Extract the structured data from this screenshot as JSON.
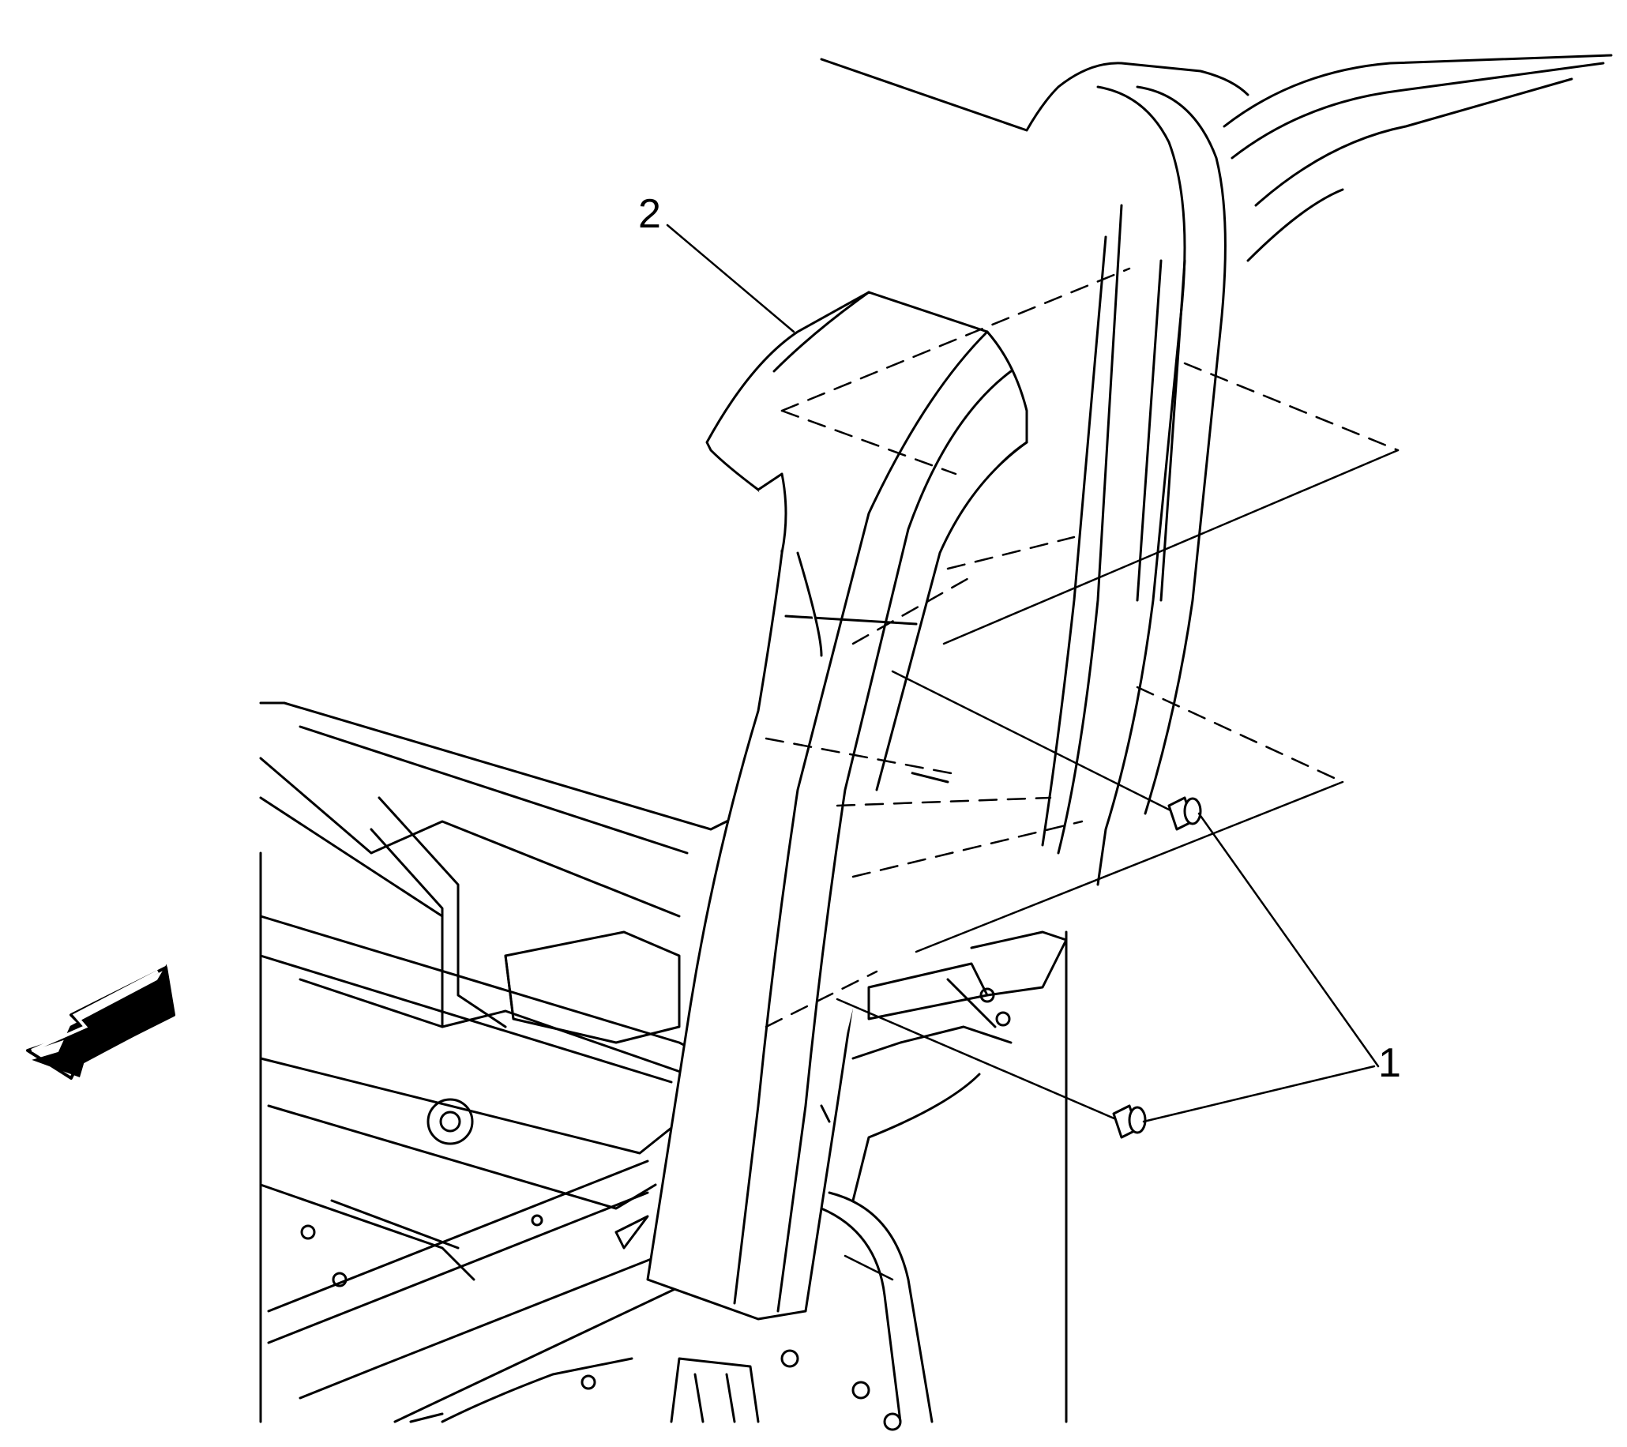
{
  "callouts": [
    {
      "id": "1",
      "text": "1"
    },
    {
      "id": "2",
      "text": "2"
    }
  ],
  "colors": {
    "line": "#000000",
    "fill": "#ffffff",
    "shade": "#000000"
  },
  "icons": {
    "direction_arrow": "front-direction-arrow-icon"
  }
}
